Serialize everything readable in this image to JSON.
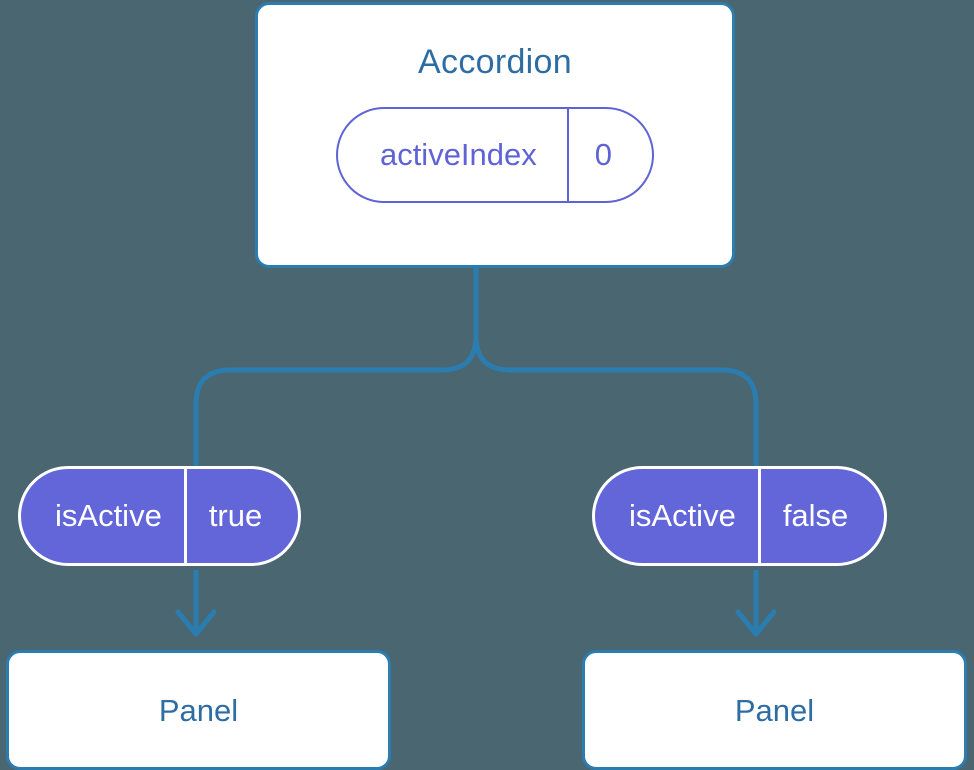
{
  "diagram": {
    "type": "component-tree",
    "background_color": "#4a6670",
    "accent_blue": "#2b7db0",
    "title_blue": "#2e6da4",
    "prop_purple": "#6266d8",
    "state_purple": "#5f63d6"
  },
  "root": {
    "title": "Accordion",
    "state": {
      "key": "activeIndex",
      "value": "0"
    }
  },
  "branches": [
    {
      "prop": {
        "key": "isActive",
        "value": "true"
      },
      "child": {
        "title": "Panel"
      }
    },
    {
      "prop": {
        "key": "isActive",
        "value": "false"
      },
      "child": {
        "title": "Panel"
      }
    }
  ]
}
